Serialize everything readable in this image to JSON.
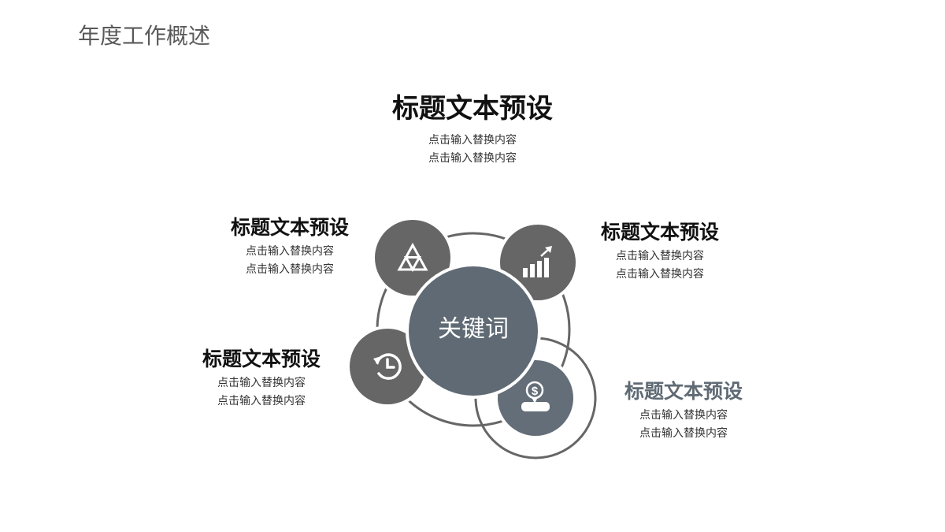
{
  "slide": {
    "title": "年度工作概述"
  },
  "center": {
    "keyword": "关键词",
    "color": "#5f6a74"
  },
  "colors": {
    "node_gray": "#666666",
    "node_accent": "#636e78",
    "ring": "#666666",
    "title_dark": "#111111",
    "title_accent": "#5f6a74"
  },
  "blocks": {
    "top": {
      "title": "标题文本预设",
      "lines": [
        "点击输入替换内容",
        "点击输入替换内容"
      ]
    },
    "top_left": {
      "title": "标题文本预设",
      "lines": [
        "点击输入替换内容",
        "点击输入替换内容"
      ],
      "icon": "triangle-pyramid-icon"
    },
    "top_right": {
      "title": "标题文本预设",
      "lines": [
        "点击输入替换内容",
        "点击输入替换内容"
      ],
      "icon": "bar-chart-growth-icon"
    },
    "bottom_left": {
      "title": "标题文本预设",
      "lines": [
        "点击输入替换内容",
        "点击输入替换内容"
      ],
      "icon": "history-clock-icon"
    },
    "bottom_right": {
      "title": "标题文本预设",
      "lines": [
        "点击输入替换内容",
        "点击输入替换内容"
      ],
      "icon": "dollar-pin-icon"
    }
  }
}
